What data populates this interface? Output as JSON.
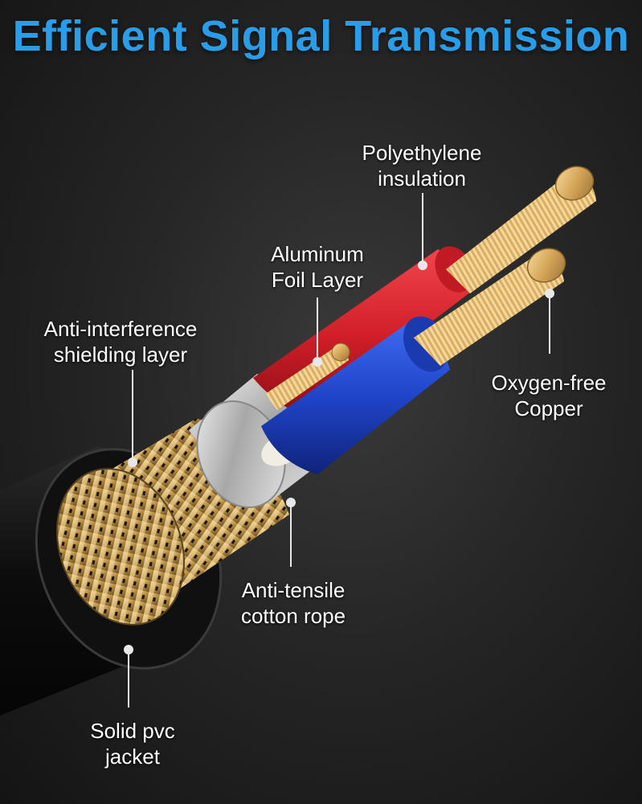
{
  "title": "Efficient Signal Transmission",
  "labels": {
    "polyethylene": {
      "line1": "Polyethylene",
      "line2": "insulation"
    },
    "aluminum": {
      "line1": "Aluminum",
      "line2": "Foil Layer"
    },
    "shielding": {
      "line1": "Anti-interference",
      "line2": "shielding layer"
    },
    "copper": {
      "line1": "Oxygen-free",
      "line2": "Copper"
    },
    "tensile": {
      "line1": "Anti-tensile",
      "line2": "cotton rope"
    },
    "jacket": {
      "line1": "Solid pvc",
      "line2": "jacket"
    }
  },
  "colors": {
    "title": "#2a9de8",
    "red_insulation": "#d9202a",
    "blue_insulation": "#1f44c8",
    "copper": "#e2b56a",
    "braid": "#c9a45c",
    "foil": "#c8c8c8",
    "jacket": "#0d0d0d"
  }
}
